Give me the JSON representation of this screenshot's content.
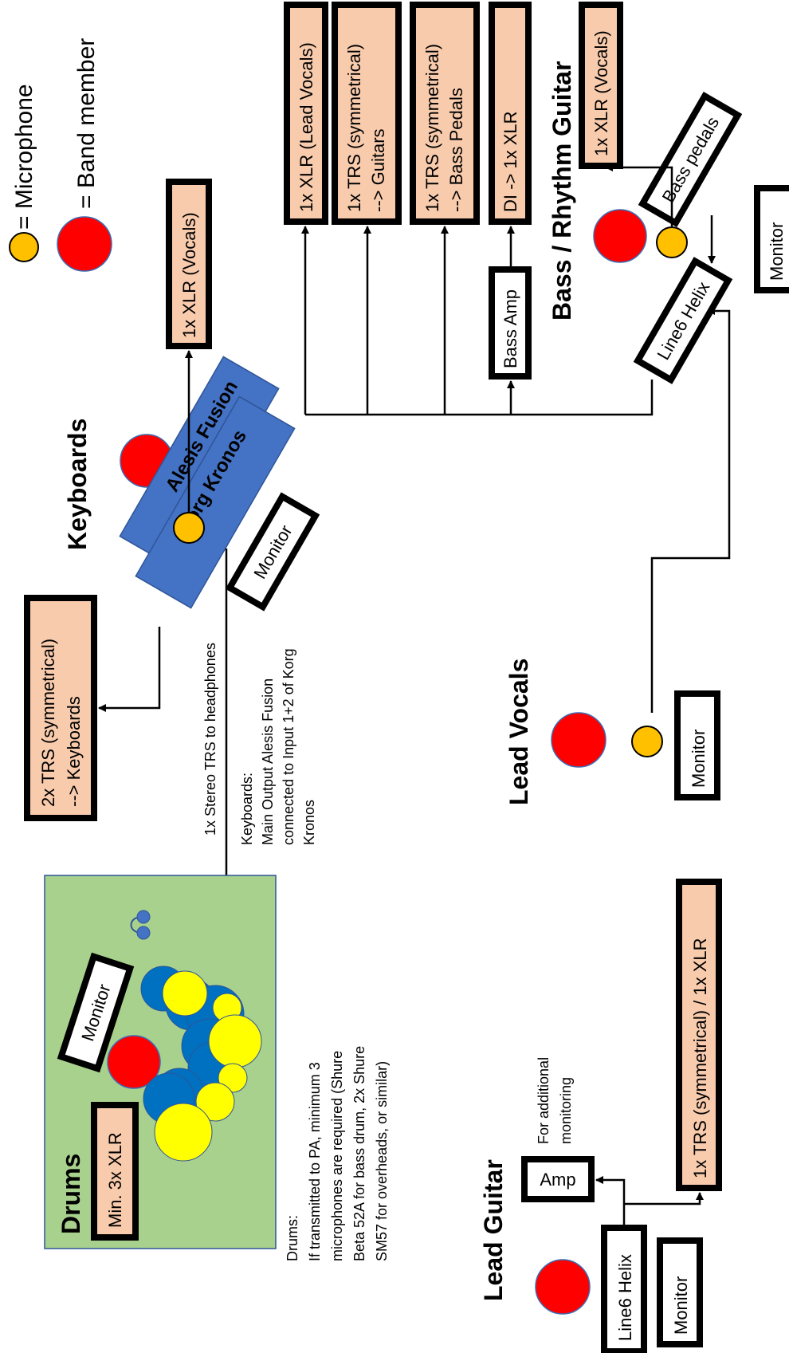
{
  "legend": {
    "microphone": "= Microphone",
    "band_member": "= Band member"
  },
  "positions": {
    "drums": "Drums",
    "keyboards": "Keyboards",
    "bass_rhythm_guitar": "Bass / Rhythm Guitar",
    "lead_vocals": "Lead Vocals",
    "lead_guitar": "Lead Guitar"
  },
  "inputs": {
    "xlr_lead_vocals": "1x XLR (Lead Vocals)",
    "trs_guitars_line1": "1x TRS (symmetrical)",
    "trs_guitars_line2": "--> Guitars",
    "trs_bass_pedals_line1": "1x TRS (symmetrical)",
    "trs_bass_pedals_line2": "--> Bass Pedals",
    "di_xlr": "DI -> 1x XLR",
    "xlr_vocals_bass": "1x XLR (Vocals)",
    "xlr_vocals_keys": "1x XLR (Vocals)",
    "trs_keyboards_line1": "2x TRS (symmetrical)",
    "trs_keyboards_line2": "--> Keyboards",
    "drums_xlr": "Min. 3x XLR",
    "lead_guitar_out": "1x TRS (symmetrical) / 1x XLR"
  },
  "devices": {
    "bass_amp": "Bass Amp",
    "bass_pedals": "Bass pedals",
    "line6_helix_bass": "Line6 Helix",
    "line6_helix_lead": "Line6 Helix",
    "amp": "Amp",
    "alesis_fusion": "Alesis Fusion",
    "korg_kronos": "Korg Kronos"
  },
  "monitors": {
    "bass": "Monitor",
    "keyboards": "Monitor",
    "lead_vocals": "Monitor",
    "drums": "Monitor",
    "lead_guitar": "Monitor"
  },
  "notes": {
    "headphones": "1x Stereo TRS to headphones",
    "keyboards_notes": [
      "Keyboards:",
      "Main Output Alesis Fusion",
      "connected to Input 1+2 of Korg",
      "Kronos"
    ],
    "drums_notes": [
      "Drums:",
      "If transmitted to PA, minimum 3",
      "microphones are required (Shure",
      "Beta 52A for bass drum, 2x Shure",
      "SM57 for overheads, or similar)"
    ],
    "lead_guitar_notes": [
      "For additional",
      "monitoring"
    ]
  },
  "colors": {
    "input_box": "#f8cbad",
    "microphone": "#ffc000",
    "band_member": "#ff0000",
    "keyboard": "#4472c4",
    "drum_area": "#a9d18e",
    "drum_shell": "#0070c0",
    "cymbal": "#ffff00"
  }
}
